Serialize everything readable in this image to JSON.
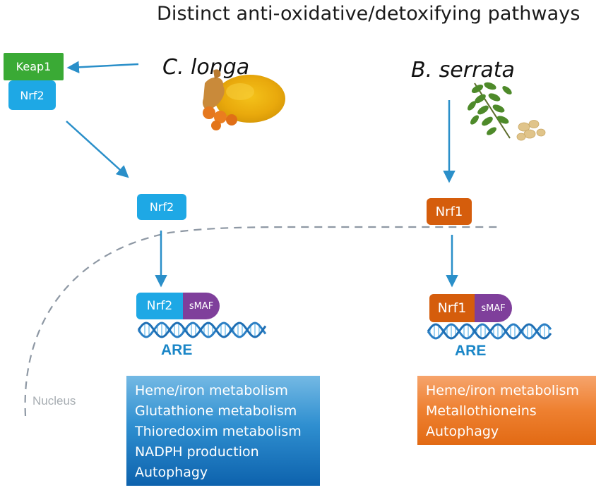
{
  "title": "Distinct anti-oxidative/detoxifying pathways",
  "species": {
    "left": "C. longa",
    "right": "B. serrata"
  },
  "cytoplasm": {
    "keap1": "Keap1",
    "nrf2_bound": "Nrf2"
  },
  "left_pathway": {
    "translocated": "Nrf2",
    "complex_factor": "Nrf2",
    "partner": "sMAF",
    "element": "ARE",
    "targets": [
      "Heme/iron metabolism",
      "Glutathione metabolism",
      "Thioredoxim metabolism",
      "NADPH production",
      "Autophagy"
    ]
  },
  "right_pathway": {
    "translocated": "Nrf1",
    "complex_factor": "Nrf1",
    "partner": "sMAF",
    "element": "ARE",
    "targets": [
      "Heme/iron metabolism",
      "Metallothioneins",
      "Autophagy"
    ]
  },
  "compartment_label": "Nucleus",
  "colors": {
    "nrf2": "#1ea8e5",
    "nrf1": "#d55d0c",
    "keap1": "#3aaa35",
    "smaf": "#7f3f9b",
    "arrow": "#2a8fc9",
    "nucleus_line": "#8e98a4"
  },
  "icons": [
    "turmeric-image",
    "boswellia-image",
    "dna-helix-icon"
  ]
}
